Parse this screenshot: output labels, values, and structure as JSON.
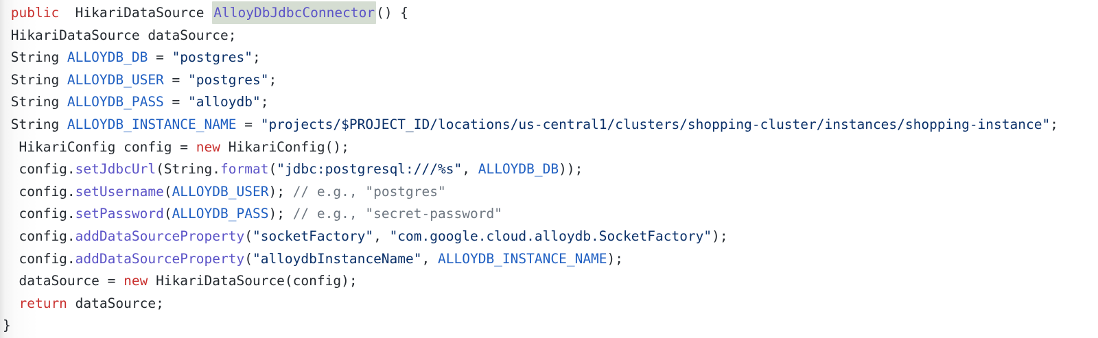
{
  "code": {
    "language": "java",
    "colors": {
      "plain": "#24292f",
      "keyword": "#c9302e",
      "function": "#5b53c7",
      "constant": "#1f5fc2",
      "string": "#0a3069",
      "comment": "#6e7781",
      "highlight_background": "#d5ddd2"
    },
    "highlighted_token": "AlloyDbJdbcConnector",
    "lines": [
      {
        "tokens": [
          {
            "t": "pl",
            "s": " "
          },
          {
            "t": "kw",
            "s": "public"
          },
          {
            "t": "pl",
            "s": "  HikariDataSource "
          },
          {
            "t": "fn",
            "s": "AlloyDbJdbcConnector",
            "hl": true
          },
          {
            "t": "pl",
            "s": "() {"
          }
        ]
      },
      {
        "tokens": [
          {
            "t": "pl",
            "s": " HikariDataSource dataSource;"
          }
        ]
      },
      {
        "tokens": [
          {
            "t": "pl",
            "s": " String "
          },
          {
            "t": "cn",
            "s": "ALLOYDB_DB"
          },
          {
            "t": "pl",
            "s": " = "
          },
          {
            "t": "str",
            "s": "\"postgres\""
          },
          {
            "t": "pl",
            "s": ";"
          }
        ]
      },
      {
        "tokens": [
          {
            "t": "pl",
            "s": " String "
          },
          {
            "t": "cn",
            "s": "ALLOYDB_USER"
          },
          {
            "t": "pl",
            "s": " = "
          },
          {
            "t": "str",
            "s": "\"postgres\""
          },
          {
            "t": "pl",
            "s": ";"
          }
        ]
      },
      {
        "tokens": [
          {
            "t": "pl",
            "s": " String "
          },
          {
            "t": "cn",
            "s": "ALLOYDB_PASS"
          },
          {
            "t": "pl",
            "s": " = "
          },
          {
            "t": "str",
            "s": "\"alloydb\""
          },
          {
            "t": "pl",
            "s": ";"
          }
        ]
      },
      {
        "tokens": [
          {
            "t": "pl",
            "s": " String "
          },
          {
            "t": "cn",
            "s": "ALLOYDB_INSTANCE_NAME"
          },
          {
            "t": "pl",
            "s": " = "
          },
          {
            "t": "str",
            "s": "\"projects/$PROJECT_ID/locations/us-central1/clusters/shopping-cluster/instances/shopping-instance\""
          },
          {
            "t": "pl",
            "s": ";"
          }
        ]
      },
      {
        "tokens": [
          {
            "t": "pl",
            "s": "  HikariConfig config = "
          },
          {
            "t": "kw",
            "s": "new"
          },
          {
            "t": "pl",
            "s": " HikariConfig();"
          }
        ]
      },
      {
        "tokens": [
          {
            "t": "pl",
            "s": "  config."
          },
          {
            "t": "fn",
            "s": "setJdbcUrl"
          },
          {
            "t": "pl",
            "s": "(String."
          },
          {
            "t": "fn",
            "s": "format"
          },
          {
            "t": "pl",
            "s": "("
          },
          {
            "t": "str",
            "s": "\"jdbc:postgresql:///%s\""
          },
          {
            "t": "pl",
            "s": ", "
          },
          {
            "t": "cn",
            "s": "ALLOYDB_DB"
          },
          {
            "t": "pl",
            "s": "));"
          }
        ]
      },
      {
        "tokens": [
          {
            "t": "pl",
            "s": "  config."
          },
          {
            "t": "fn",
            "s": "setUsername"
          },
          {
            "t": "pl",
            "s": "("
          },
          {
            "t": "cn",
            "s": "ALLOYDB_USER"
          },
          {
            "t": "pl",
            "s": "); "
          },
          {
            "t": "cm",
            "s": "// e.g., \"postgres\""
          }
        ]
      },
      {
        "tokens": [
          {
            "t": "pl",
            "s": "  config."
          },
          {
            "t": "fn",
            "s": "setPassword"
          },
          {
            "t": "pl",
            "s": "("
          },
          {
            "t": "cn",
            "s": "ALLOYDB_PASS"
          },
          {
            "t": "pl",
            "s": "); "
          },
          {
            "t": "cm",
            "s": "// e.g., \"secret-password\""
          }
        ]
      },
      {
        "tokens": [
          {
            "t": "pl",
            "s": "  config."
          },
          {
            "t": "fn",
            "s": "addDataSourceProperty"
          },
          {
            "t": "pl",
            "s": "("
          },
          {
            "t": "str",
            "s": "\"socketFactory\""
          },
          {
            "t": "pl",
            "s": ", "
          },
          {
            "t": "str",
            "s": "\"com.google.cloud.alloydb.SocketFactory\""
          },
          {
            "t": "pl",
            "s": ");"
          }
        ]
      },
      {
        "tokens": [
          {
            "t": "pl",
            "s": "  config."
          },
          {
            "t": "fn",
            "s": "addDataSourceProperty"
          },
          {
            "t": "pl",
            "s": "("
          },
          {
            "t": "str",
            "s": "\"alloydbInstanceName\""
          },
          {
            "t": "pl",
            "s": ", "
          },
          {
            "t": "cn",
            "s": "ALLOYDB_INSTANCE_NAME"
          },
          {
            "t": "pl",
            "s": ");"
          }
        ]
      },
      {
        "tokens": [
          {
            "t": "pl",
            "s": "  dataSource = "
          },
          {
            "t": "kw",
            "s": "new"
          },
          {
            "t": "pl",
            "s": " HikariDataSource(config);"
          }
        ]
      },
      {
        "tokens": [
          {
            "t": "pl",
            "s": "  "
          },
          {
            "t": "kw",
            "s": "return"
          },
          {
            "t": "pl",
            "s": " dataSource;"
          }
        ]
      },
      {
        "tokens": [
          {
            "t": "pl",
            "s": "}"
          }
        ]
      }
    ]
  }
}
